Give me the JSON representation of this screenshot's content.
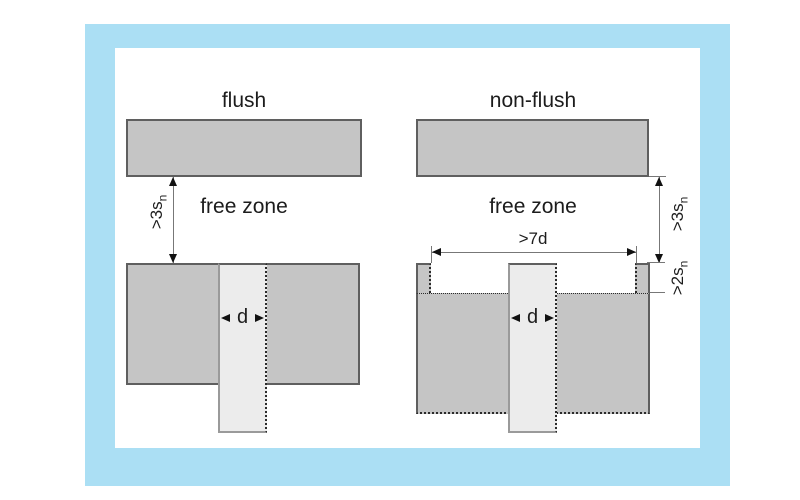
{
  "figure": {
    "type": "sensor-mounting-diagram",
    "colors": {
      "frame_blue": "#abdff4",
      "metal_gray": "#c5c5c5",
      "metal_stroke": "#5f5f5f",
      "sensor_gray": "#ececec",
      "text": "#1c1c1c"
    }
  },
  "left": {
    "title": "flush",
    "free_zone": "free zone",
    "clearance": {
      "main": ">3s",
      "sub": "n"
    },
    "d": "d"
  },
  "right": {
    "title": "non-flush",
    "free_zone": "free zone",
    "width_dim": ">7d",
    "clearance": {
      "main": ">3s",
      "sub": "n"
    },
    "depth": {
      "main": ">2s",
      "sub": "n"
    },
    "d": "d"
  }
}
